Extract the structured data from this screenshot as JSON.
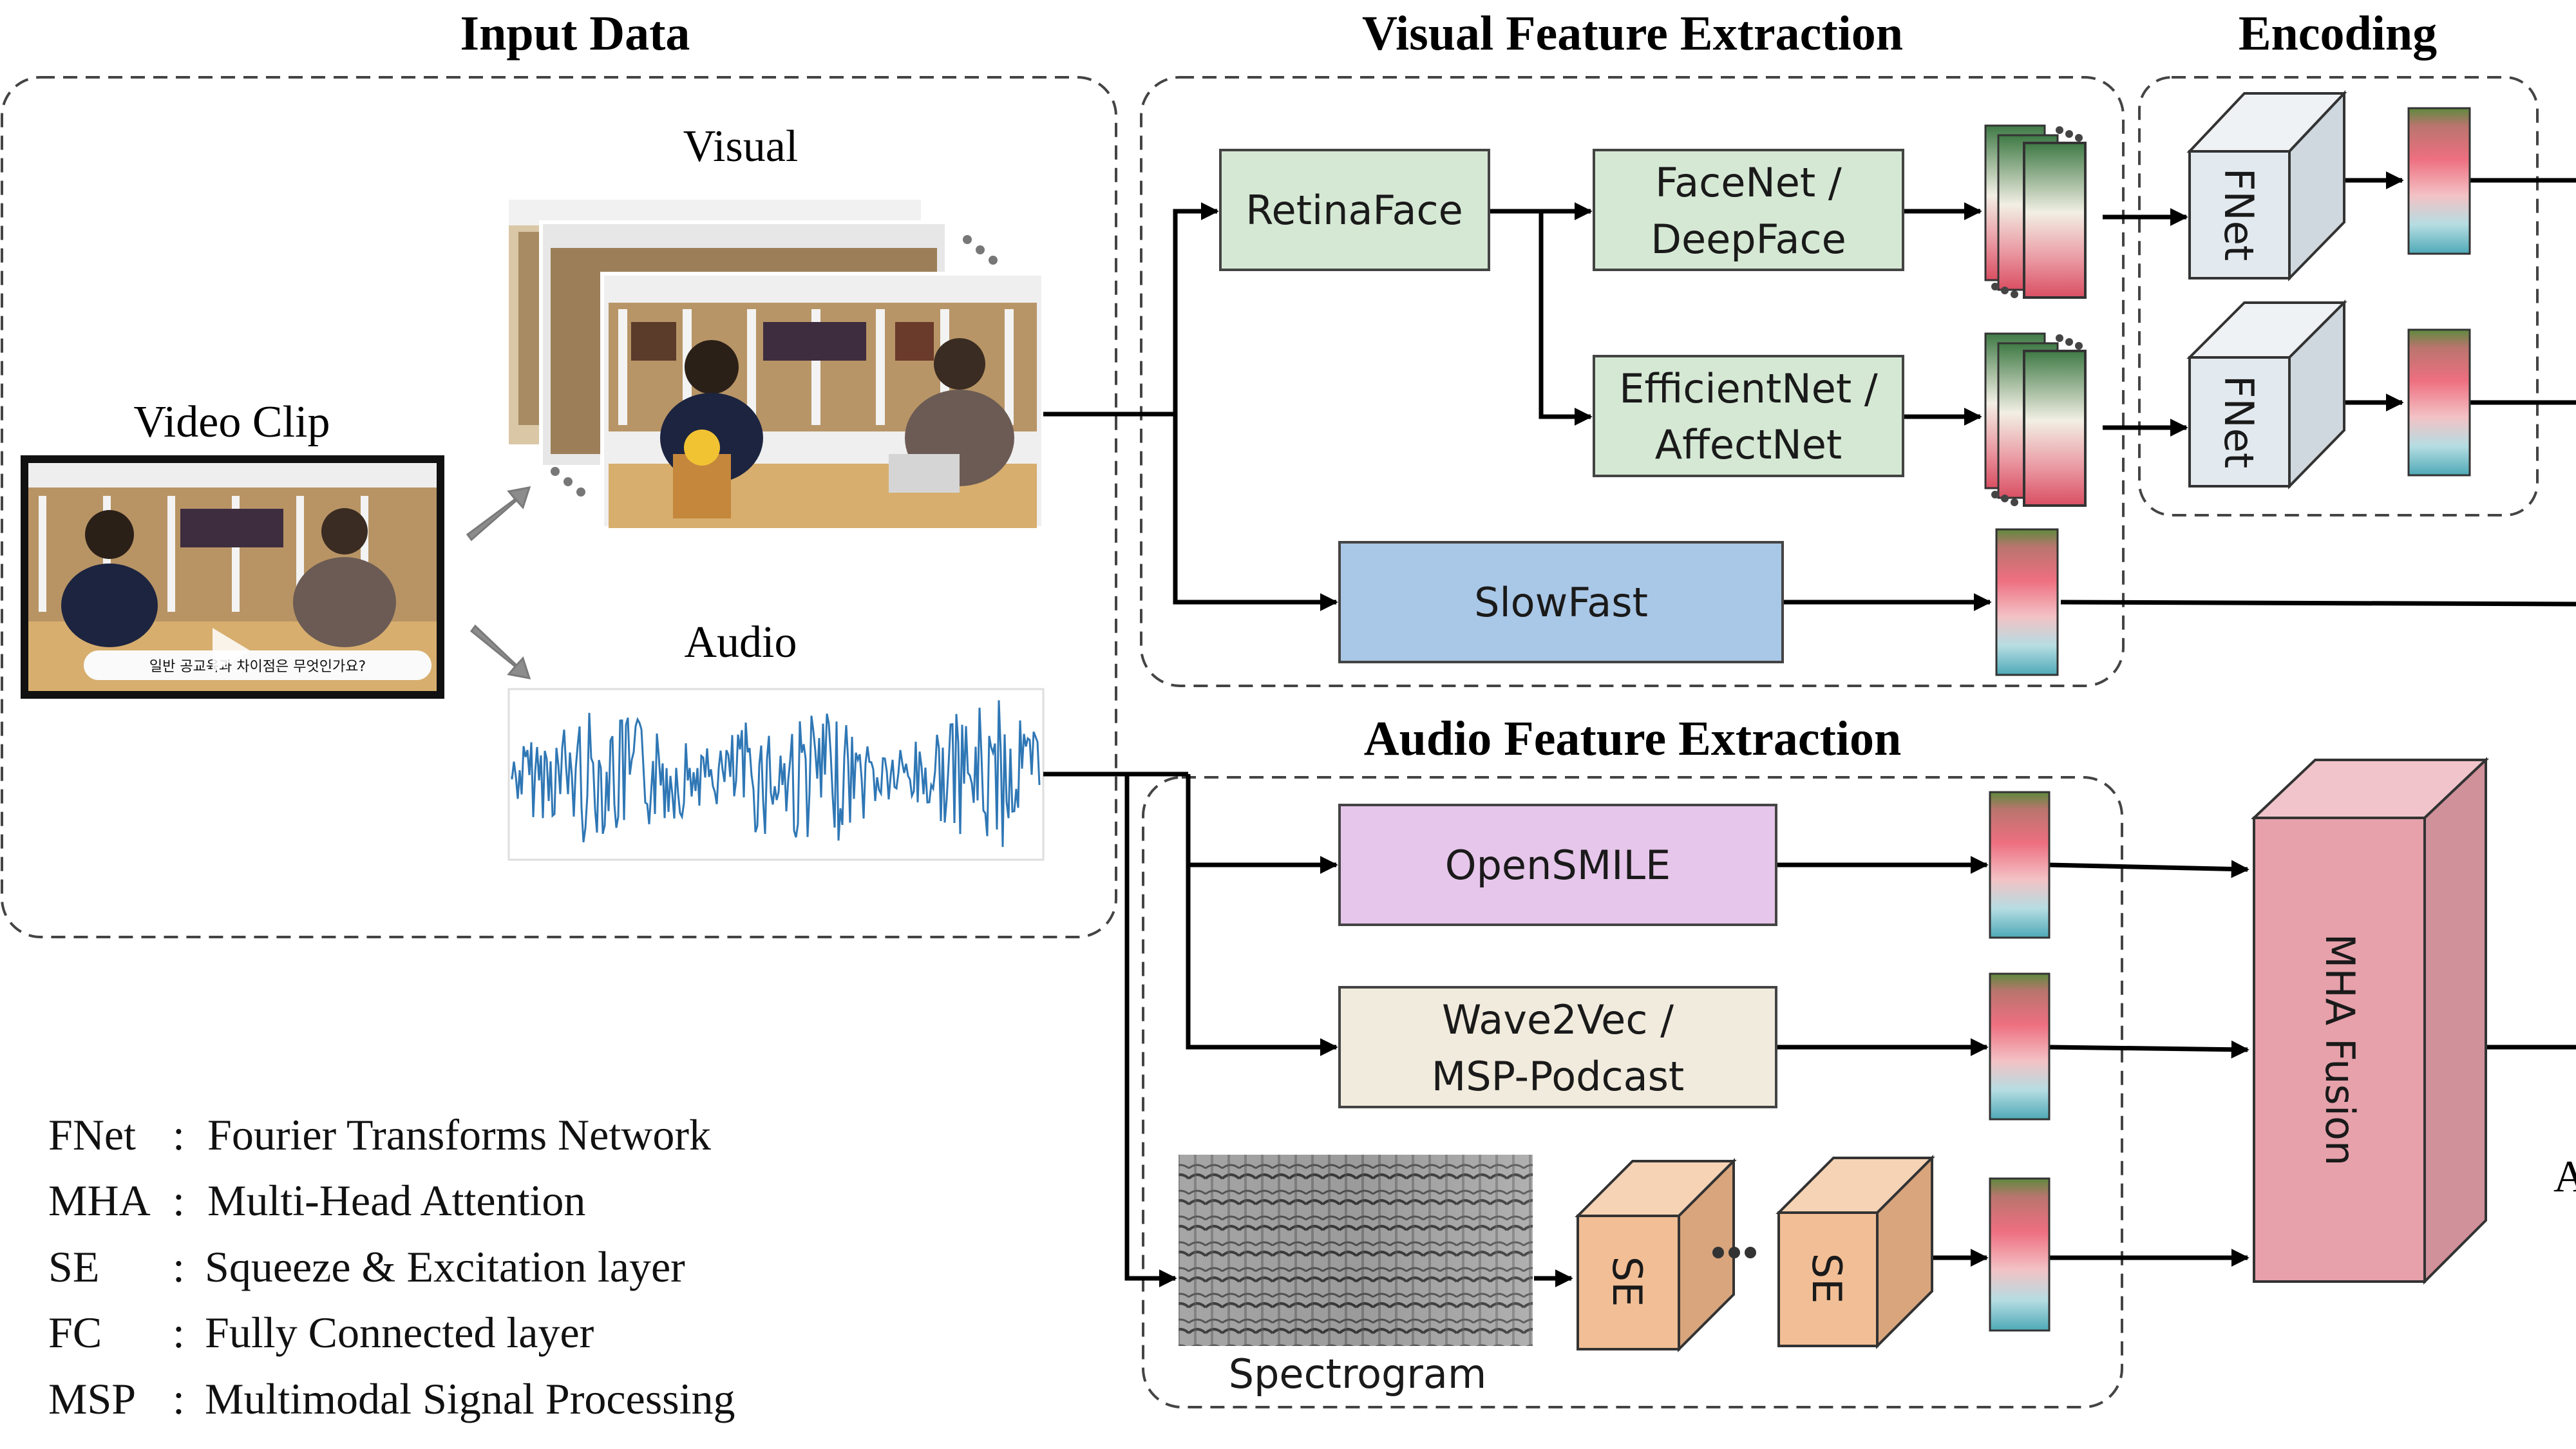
{
  "sections": {
    "input": "Input Data",
    "visual": "Visual Feature Extraction",
    "encoding": "Encoding",
    "audio": "Audio Feature Extraction"
  },
  "captions": {
    "visual": "Visual",
    "audio": "Audio",
    "video_clip": "Video Clip",
    "subtitle": "일반 공교육과 차이점은 무엇인가요?",
    "spectrogram": "Spectrogram"
  },
  "modules": {
    "retinaface": "RetinaFace",
    "facenet_1": "FaceNet /",
    "facenet_2": "DeepFace",
    "efficientnet_1": "EfficientNet /",
    "efficientnet_2": "AffectNet",
    "slowfast": "SlowFast",
    "opensmile": "OpenSMILE",
    "wave2vec_1": "Wave2Vec /",
    "wave2vec_2": "MSP-Podcast",
    "fnet": "FNet",
    "se": "SE",
    "mha_fusion": "MHA Fusion",
    "cut_label": "A"
  },
  "legend": [
    {
      "abbr": "FNet",
      "sep": ":",
      "desc": "Fourier Transforms Network"
    },
    {
      "abbr": "MHA",
      "sep": ":",
      "desc": "Multi-Head Attention"
    },
    {
      "abbr": "SE",
      "sep": ":",
      "desc": "Squeeze & Excitation layer"
    },
    {
      "abbr": "FC",
      "sep": ":",
      "desc": "Fully Connected layer"
    },
    {
      "abbr": "MSP",
      "sep": ":",
      "desc": "Multimodal Signal Processing"
    }
  ],
  "colors": {
    "retinaface": "#d5e8d4",
    "slowfast": "#a9c7e6",
    "opensmile": "#e6c6ea",
    "wave2vec": "#f1ebdd",
    "se": "#f2be95",
    "mha": "#e6a1ab",
    "fnet": "#e3eaef",
    "feat_top": "#6b8c4a",
    "feat_mid": "#e8727f",
    "feat_bot": "#5fb2be"
  }
}
